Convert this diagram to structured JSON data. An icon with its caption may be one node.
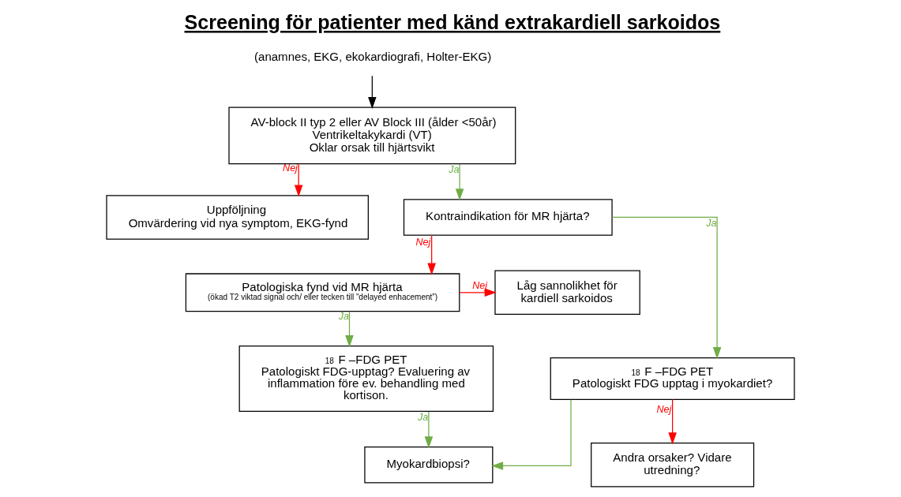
{
  "diagram": {
    "title": "Screening för patienter med känd extrakardiell sarkoidos",
    "nodes": [
      {
        "text": [
          "(anamnes, EKG, ekokardiografi, Holter-EKG)"
        ]
      },
      {
        "text": [
          "AV-block II typ 2 eller AV Block III (ålder <50år)",
          "Ventrikeltakykardi (VT)",
          "Oklar orsak till hjärtsvikt"
        ]
      },
      {
        "text": [
          "Uppföljning",
          "Omvärdering vid nya symptom, EKG-fynd"
        ]
      },
      {
        "text": [
          "Kontraindikation för MR hjärta?"
        ]
      },
      {
        "text": [
          "Låg sannolikhet för kardiell sarkoidos"
        ]
      },
      {
        "text": [
          "Patologiska fynd vid MR hjärta",
          "(ökad T2 viktad signal och/ eller tecken till ”delayed enhacement”)"
        ]
      },
      {
        "text": [
          "$^{18}$ F –FDG PET",
          "Patologiskt FDG-upptag? Evaluering av inflammation före ev. behandling med kortison."
        ]
      },
      {
        "text": [
          "$^{18}$ F –FDG PET",
          "Patologiskt FDG upptag i myokardiet?"
        ]
      },
      {
        "text": [
          "Myokardbiopsi?"
        ]
      },
      {
        "text": [
          "Andra orsaker? Vidare utredning?"
        ]
      }
    ],
    "edges": [
      {
        "from": 0,
        "to": 1,
        "arrow": "to",
        "color": "#000000"
      },
      {
        "from": 1,
        "to": 2,
        "arrow": "to",
        "label": "Nej",
        "color": "#ff0000"
      },
      {
        "from": 1,
        "to": 3,
        "arrow": "to",
        "label": "Ja",
        "color": "#70ad47"
      },
      {
        "from": 3,
        "to": 5,
        "arrow": "to",
        "label": "Nej",
        "color": "#ff0000"
      },
      {
        "from": 3,
        "to": 7,
        "arrow": "to",
        "label": "Ja",
        "color": "#70ad47"
      },
      {
        "from": 5,
        "to": 4,
        "arrow": "to",
        "label": "Nej",
        "color": "#ff0000"
      },
      {
        "from": 5,
        "to": 6,
        "arrow": "to",
        "label": "Ja",
        "color": "#70ad47"
      },
      {
        "from": 6,
        "to": 8,
        "arrow": "to",
        "label": "Ja",
        "color": "#70ad47"
      },
      {
        "from": 7,
        "to": 8,
        "arrow": "to",
        "color": "#70ad47"
      },
      {
        "from": 7,
        "to": 9,
        "arrow": "to",
        "label": "Nej",
        "color": "#ff0000"
      }
    ]
  }
}
